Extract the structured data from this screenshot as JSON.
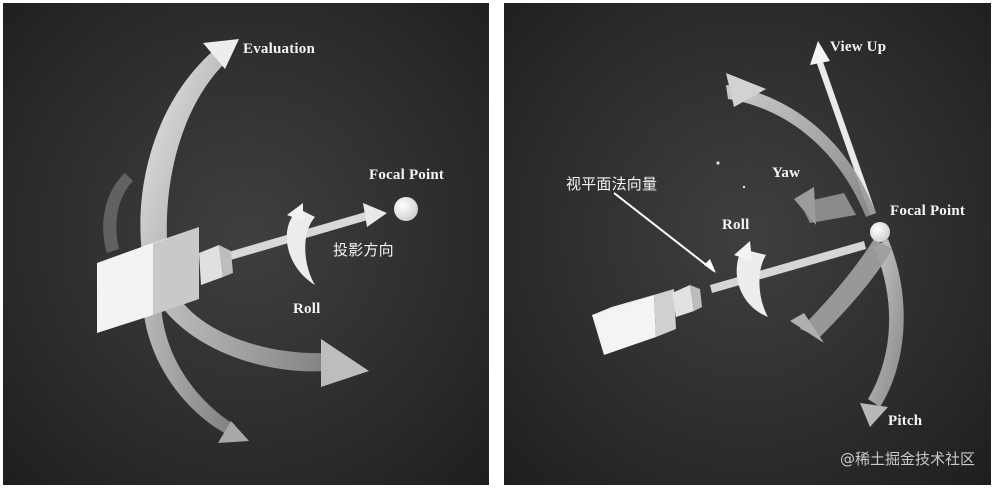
{
  "left_panel": {
    "evaluation": "Evaluation",
    "focal_point": "Focal Point",
    "projection_direction": "投影方向",
    "roll": "Roll"
  },
  "right_panel": {
    "view_up": "View Up",
    "yaw": "Yaw",
    "view_plane_normal": "视平面法向量",
    "focal_point": "Focal Point",
    "roll": "Roll",
    "pitch": "Pitch"
  },
  "watermark": "@稀土掘金技术社区",
  "colors": {
    "background": "#333333",
    "label": "#f4f4f4",
    "arrow_light": "#e6e6e6",
    "camera": "#f2f2f2"
  }
}
